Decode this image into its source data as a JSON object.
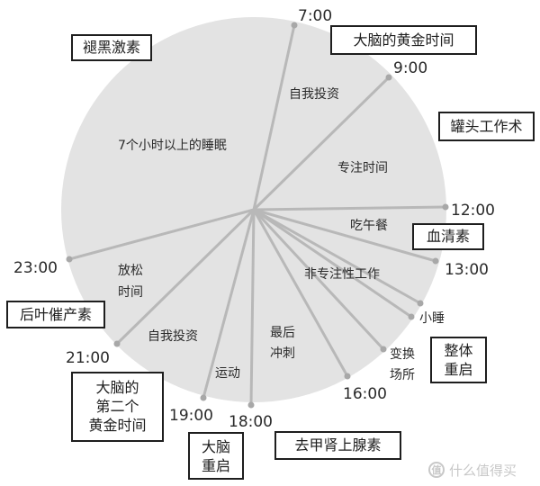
{
  "colors": {
    "disc": "#e3e3e3",
    "line": "#b8b8b8",
    "dot": "#a8a8a8",
    "text": "#2a2a2a",
    "box_border": "#1e1e1e"
  },
  "times": [
    {
      "id": "t0700",
      "label": "7:00"
    },
    {
      "id": "t0900",
      "label": "9:00"
    },
    {
      "id": "t1200",
      "label": "12:00"
    },
    {
      "id": "t1300",
      "label": "13:00"
    },
    {
      "id": "t1600",
      "label": "16:00"
    },
    {
      "id": "t1800",
      "label": "18:00"
    },
    {
      "id": "t1900",
      "label": "19:00"
    },
    {
      "id": "t2100",
      "label": "21:00"
    },
    {
      "id": "t2300",
      "label": "23:00"
    }
  ],
  "segments": [
    {
      "id": "seg-sleep",
      "label": "7个小时以上的睡眠"
    },
    {
      "id": "seg-self-study-am",
      "label": "自我投资"
    },
    {
      "id": "seg-focus",
      "label": "专注时间"
    },
    {
      "id": "seg-lunch",
      "label": "吃午餐"
    },
    {
      "id": "seg-nonfocus",
      "label": "非专注性工作"
    },
    {
      "id": "seg-nap",
      "label": "小睡"
    },
    {
      "id": "seg-change-l1",
      "label": "变换"
    },
    {
      "id": "seg-change-l2",
      "label": "场所"
    },
    {
      "id": "seg-final-l1",
      "label": "最后"
    },
    {
      "id": "seg-final-l2",
      "label": "冲刺"
    },
    {
      "id": "seg-exercise",
      "label": "运动"
    },
    {
      "id": "seg-self-study-pm",
      "label": "自我投资"
    },
    {
      "id": "seg-relax-l1",
      "label": "放松"
    },
    {
      "id": "seg-relax-l2",
      "label": "时间"
    }
  ],
  "boxes": {
    "melatonin": "褪黑激素",
    "golden_time": "大脑的黄金时间",
    "can_head": "罐头工作术",
    "serotonin": "血清素",
    "reboot_whole": "整体\n重启",
    "norepinephrine": "去甲肾上腺素",
    "reboot_brain": "大脑\n重启",
    "second_golden": "大脑的\n第二个\n黄金时间",
    "oxytocin": "后叶催产素"
  },
  "watermark": {
    "icon_glyph": "值",
    "text": "什么值得买"
  }
}
